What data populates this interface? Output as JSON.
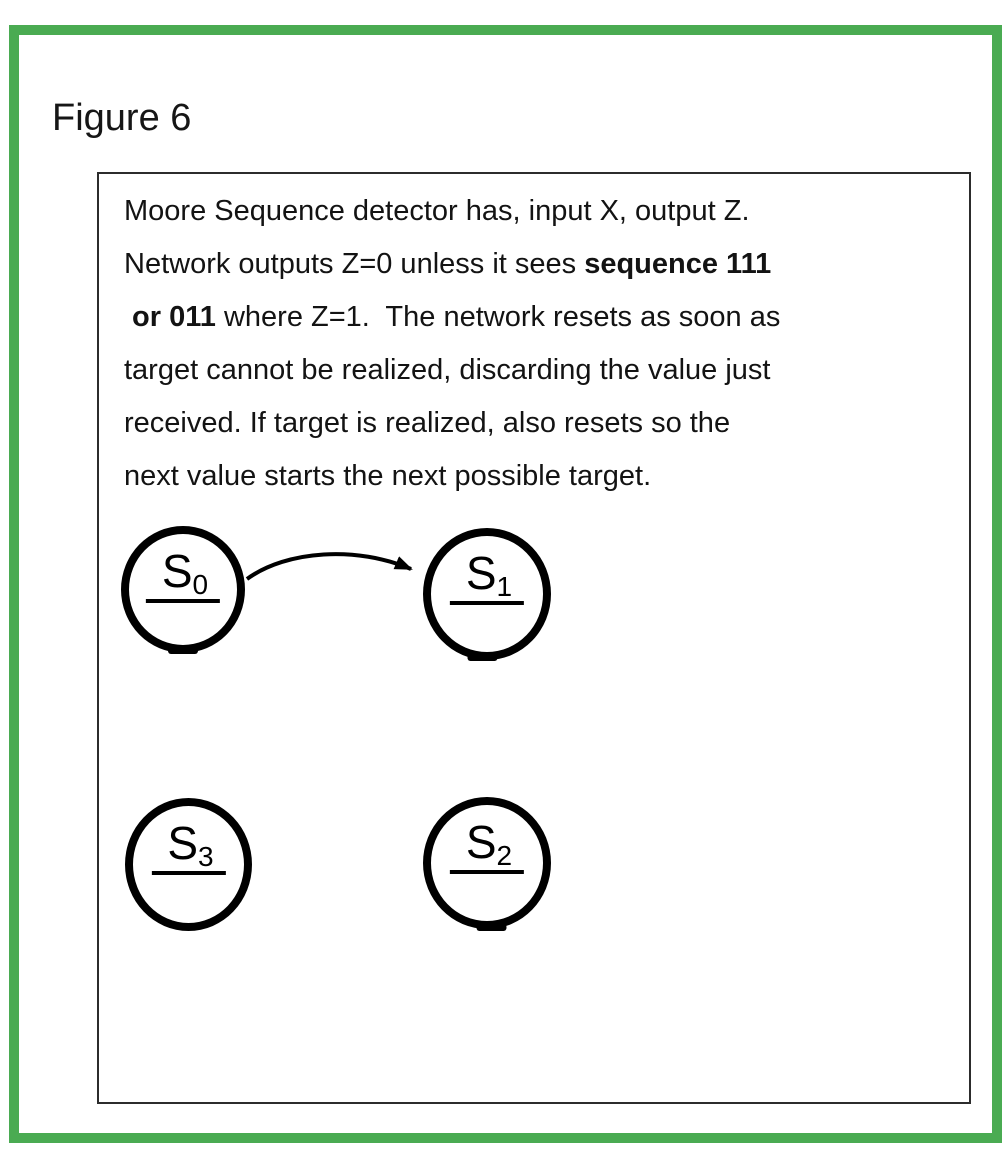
{
  "figure": {
    "label": "Figure 6"
  },
  "colors": {
    "frame_green": "#4aab52",
    "ink": "#131313",
    "diagram_stroke": "#000000"
  },
  "textbox": {
    "lines": [
      {
        "segments": [
          {
            "text": "Moore Sequence detector has, input X, output Z.",
            "bold": false
          }
        ]
      },
      {
        "segments": [
          {
            "text": "Network outputs Z=0 unless it sees ",
            "bold": false
          },
          {
            "text": "sequence 111",
            "bold": true
          }
        ]
      },
      {
        "segments": [
          {
            "text": " or 011",
            "bold": true
          },
          {
            "text": " where Z=1.  The network resets as soon as",
            "bold": false
          }
        ]
      },
      {
        "segments": [
          {
            "text": "target cannot be realized, discarding the value just",
            "bold": false
          }
        ]
      },
      {
        "segments": [
          {
            "text": "received. If target is realized, also resets so the",
            "bold": false
          }
        ]
      },
      {
        "segments": [
          {
            "text": "next value starts the next possible target.",
            "bold": false
          }
        ]
      }
    ]
  },
  "diagram": {
    "states": [
      {
        "id": "S0",
        "name": "S",
        "sub": "0"
      },
      {
        "id": "S1",
        "name": "S",
        "sub": "1"
      },
      {
        "id": "S3",
        "name": "S",
        "sub": "3"
      },
      {
        "id": "S2",
        "name": "S",
        "sub": "2"
      }
    ],
    "transitions": [
      {
        "from": "S0",
        "to": "S1",
        "label": ""
      }
    ]
  }
}
